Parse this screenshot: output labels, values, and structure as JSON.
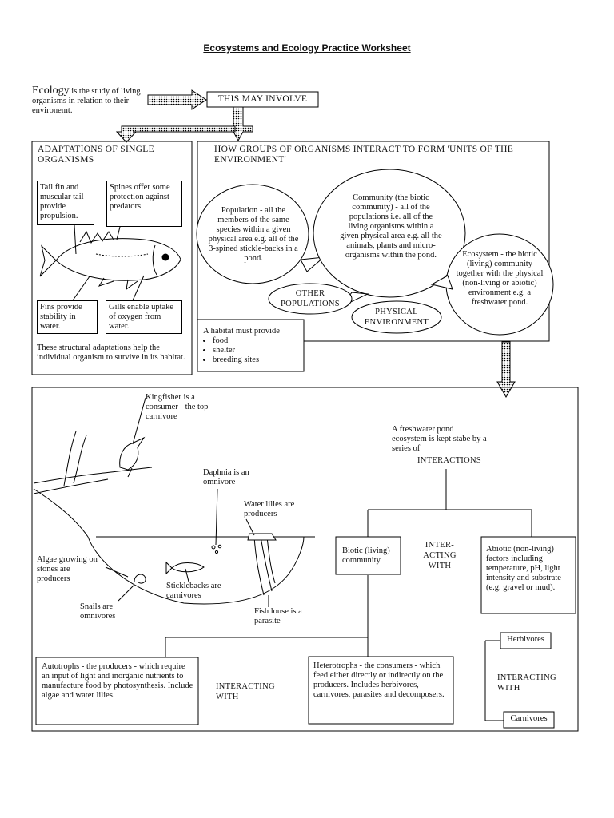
{
  "title": "Ecosystems and Ecology Practice Worksheet",
  "intro": {
    "word": "Ecology",
    "rest": " is the study of living organisms in relation to their environemt."
  },
  "involve": "THIS MAY INVOLVE",
  "adaptations": {
    "heading": "ADAPTATIONS OF SINGLE ORGANISMS",
    "tail": "Tail fin and muscular tail provide propulsion.",
    "spines": "Spines offer some protection against predators.",
    "fins": "Fins provide stability in water.",
    "gills": "Gills enable uptake of oxygen from water.",
    "summary": "These structural adaptations help the individual organism to survive in its habitat."
  },
  "groups": {
    "heading": "HOW GROUPS OF ORGANISMS INTERACT TO FORM 'UNITS OF THE ENVIRONMENT'",
    "population": "Population - all the members of the same species within a given physical  area e.g. all of the 3-spined stickle-backs in a pond.",
    "community": "Community (the biotic community) - all of the populations i.e. all of the living organisms within a given physical area e.g. all the animals, plants and micro-organisms within the pond.",
    "ecosystem": "Ecosystem - the biotic (living) community together with the physical (non-living or abiotic) environment e.g. a freshwater pond.",
    "other_populations": "OTHER POPULATIONS",
    "physical_environment": "PHYSICAL ENVIRONMENT"
  },
  "habitat": {
    "heading": "A habitat must provide",
    "items": [
      "food",
      "shelter",
      "breeding sites"
    ]
  },
  "pond": {
    "kingfisher": "Kingfisher is a consumer - the top carnivore",
    "daphnia": "Daphnia is an omnivore",
    "lilies": "Water lilies are producers",
    "algae": "Algae growing on stones are producers",
    "sticklebacks": "Sticklebacks are carnivores",
    "snails": "Snails are omnivores",
    "fish_louse": "Fish louse is a parasite"
  },
  "flow": {
    "stable": "A freshwater pond ecosystem is kept stabe by a series of",
    "interactions": "INTERACTIONS",
    "biotic": "Biotic (living) community",
    "interacting_with_1": "INTER-ACTING WITH",
    "abiotic": "Abiotic (non-living) factors including temperature, pH, light intensity and substrate (e.g. gravel or mud).",
    "autotrophs": "Autotrophs - the producers - which require an input of light and inorganic nutrients to manufacture food by photosynthesis.  Include algae and water lilies.",
    "interacting_with_2": "INTERACTING WITH",
    "heterotrophs": "Heterotrophs - the consumers - which feed either directly or indirectly on the producers. Includes herbivores, carnivores, parasites and decomposers.",
    "herbivores": "Herbivores",
    "interacting_with_3": "INTERACTING WITH",
    "carnivores": "Carnivores"
  }
}
